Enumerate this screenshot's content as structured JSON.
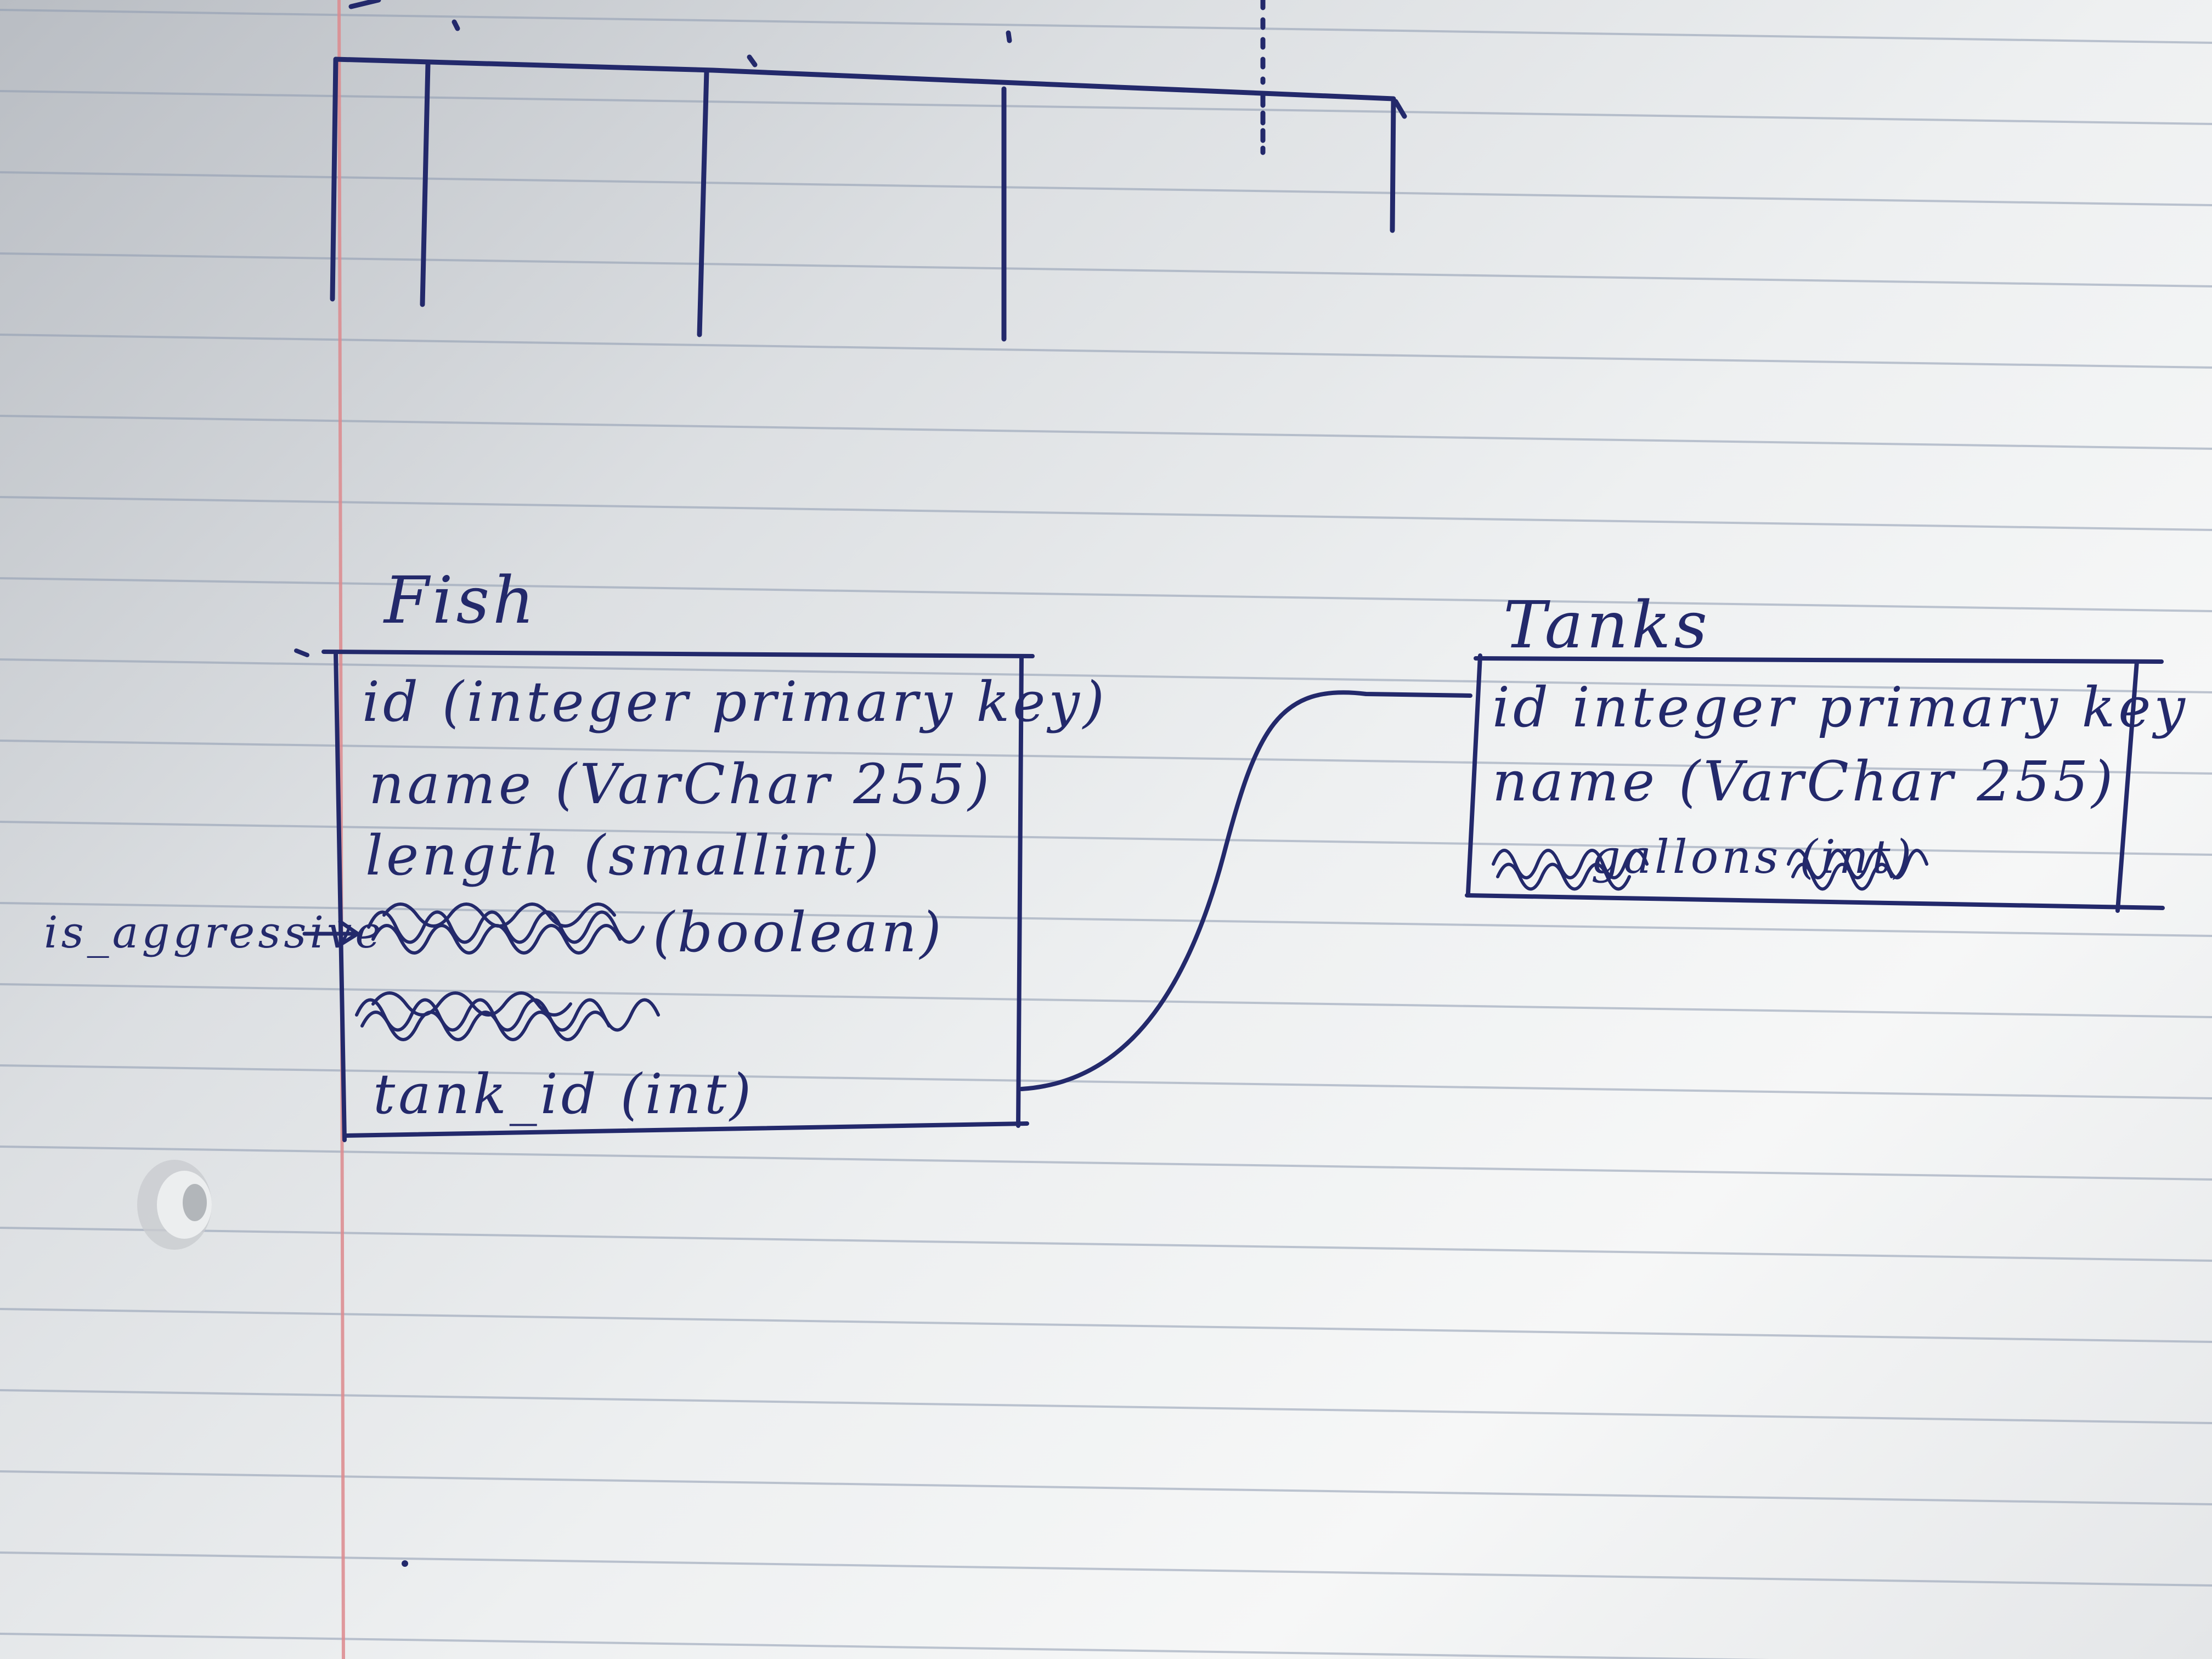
{
  "entities": [
    {
      "id": "fish",
      "name": "Fish",
      "fields": [
        "id (integer primary key)",
        "name (VarChar 255)",
        "length (smallint)",
        "(boolean)",
        "",
        "tank_id (int)"
      ]
    },
    {
      "id": "tanks",
      "name": "Tanks",
      "fields": [
        "id integer primary key",
        "name (VarChar 255)",
        "gallons (int)"
      ]
    }
  ],
  "annotations": {
    "is_aggressive": "is_aggressive"
  },
  "relationships": [
    {
      "from": "fish.tank_id",
      "to": "tanks.id"
    }
  ],
  "colors": {
    "ink": "#23296b",
    "rule_line": "#8d9ab0",
    "margin_line": "#dd8a8e"
  }
}
